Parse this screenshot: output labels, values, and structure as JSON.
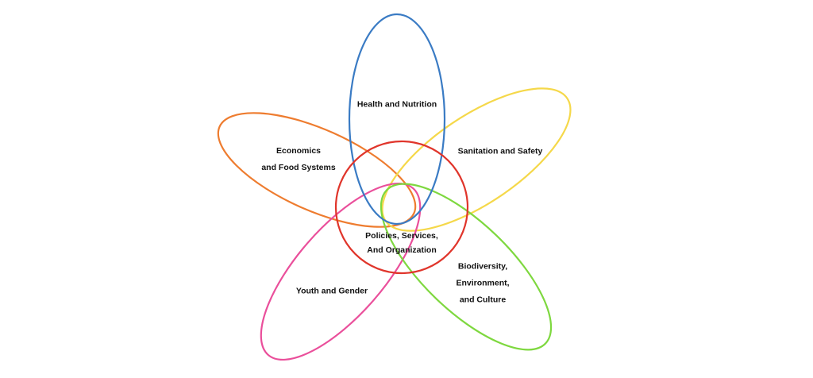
{
  "diagram": {
    "center": {
      "label_line1": "Policies, Services,",
      "label_line2": "And Organization",
      "color": "#e0352b"
    },
    "petals": [
      {
        "id": "health",
        "lines": [
          "Health and Nutrition"
        ],
        "color": "#3a7bc4"
      },
      {
        "id": "sanitation",
        "lines": [
          "Sanitation and Safety"
        ],
        "color": "#f5d84a"
      },
      {
        "id": "biodiversity",
        "lines": [
          "Biodiversity,",
          "Environment,",
          "and Culture"
        ],
        "color": "#7ed83f"
      },
      {
        "id": "youth",
        "lines": [
          "Youth and Gender"
        ],
        "color": "#ea4f9b"
      },
      {
        "id": "economics",
        "lines": [
          "Economics",
          "and Food Systems"
        ],
        "color": "#ee7c2f"
      }
    ]
  }
}
